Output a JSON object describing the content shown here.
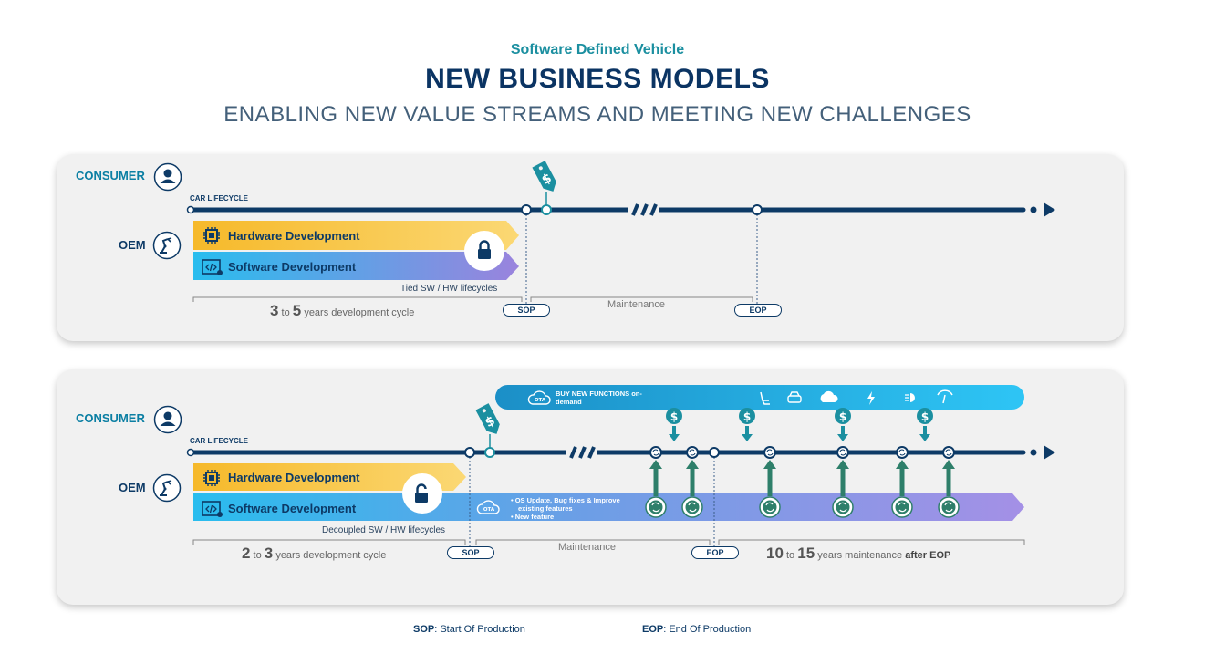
{
  "header": {
    "kicker": "Software Defined Vehicle",
    "title": "NEW BUSINESS MODELS",
    "subtitle": "ENABLING NEW VALUE STREAMS AND MEETING NEW CHALLENGES"
  },
  "panel_top": {
    "consumer_label": "CONSUMER",
    "oem_label": "OEM",
    "lifecycle_label": "CAR LIFECYCLE",
    "hardware_label": "Hardware Development",
    "software_label": "Software Development",
    "tied_label": "Tied SW / HW lifecycles",
    "cycle_min": "3",
    "cycle_to": "to",
    "cycle_max": "5",
    "cycle_suffix": "years development cycle",
    "maintenance_label": "Maintenance",
    "sop_tag": "SOP",
    "eop_tag": "EOP"
  },
  "panel_bottom": {
    "consumer_label": "CONSUMER",
    "oem_label": "OEM",
    "lifecycle_label": "CAR LIFECYCLE",
    "buy_functions_label": "BUY  NEW FUNCTIONS on-",
    "buy_functions_label2": "demand",
    "ota_label": "OTA",
    "hardware_label": "Hardware Development",
    "software_label": "Software Development",
    "ota_update_items": [
      "OS Update, Bug fixes & Improve",
      "existing features",
      "New feature"
    ],
    "decoupled_label": "Decoupled SW / HW lifecycles",
    "cycle_min": "2",
    "cycle_to": "to",
    "cycle_max": "3",
    "cycle_suffix": "years development cycle",
    "maintenance_label": "Maintenance",
    "maint_min": "10",
    "maint_to": "to",
    "maint_max": "15",
    "maint_suffix": "years maintenance",
    "maint_after": "after EOP",
    "sop_tag": "SOP",
    "eop_tag": "EOP"
  },
  "legend": {
    "sop_abbr": "SOP",
    "sop_text": ": Start Of Production",
    "eop_abbr": "EOP",
    "eop_text": ": End Of Production"
  },
  "colors": {
    "navy": "#0d3a66",
    "teal": "#1b8fa0",
    "hardware_yellow": "#f7c430",
    "software_blue": "#2bb8e8",
    "software_purple": "#8f85e0",
    "ota_bar": "#1aa7de",
    "arrow_green": "#2e7f6a"
  },
  "icons": [
    "user-icon",
    "robot-arm-icon",
    "chip-icon",
    "code-icon",
    "lock-icon",
    "unlock-icon",
    "price-tag-icon",
    "cloud-ota-icon",
    "refresh-icon",
    "dollar-icon",
    "seat-icon",
    "car-icon",
    "climate-icon",
    "lightning-icon",
    "headlight-icon",
    "wiper-icon"
  ]
}
